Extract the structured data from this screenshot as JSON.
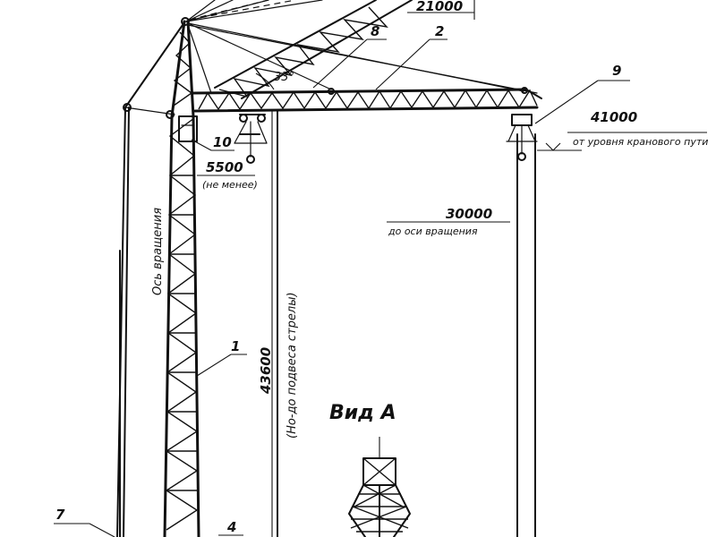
{
  "labels": {
    "callout_1": "1",
    "callout_2": "2",
    "callout_4": "4",
    "callout_7": "7",
    "callout_8": "8",
    "callout_9": "9",
    "callout_10": "10"
  },
  "dimensions": {
    "jib_length": "21000",
    "angle": "33°",
    "height_above_track": "41000",
    "height_above_track_note": "от уровня кранового пути",
    "reach": "30000",
    "reach_note": "до оси вращения",
    "offset": "5500",
    "offset_note": "(не менее)",
    "hook_height": "43600",
    "hook_height_note": "(Но-до подвеса стрелы)"
  },
  "annotations": {
    "rotation_axis": "Ось вращения",
    "view_a": "Вид А"
  }
}
